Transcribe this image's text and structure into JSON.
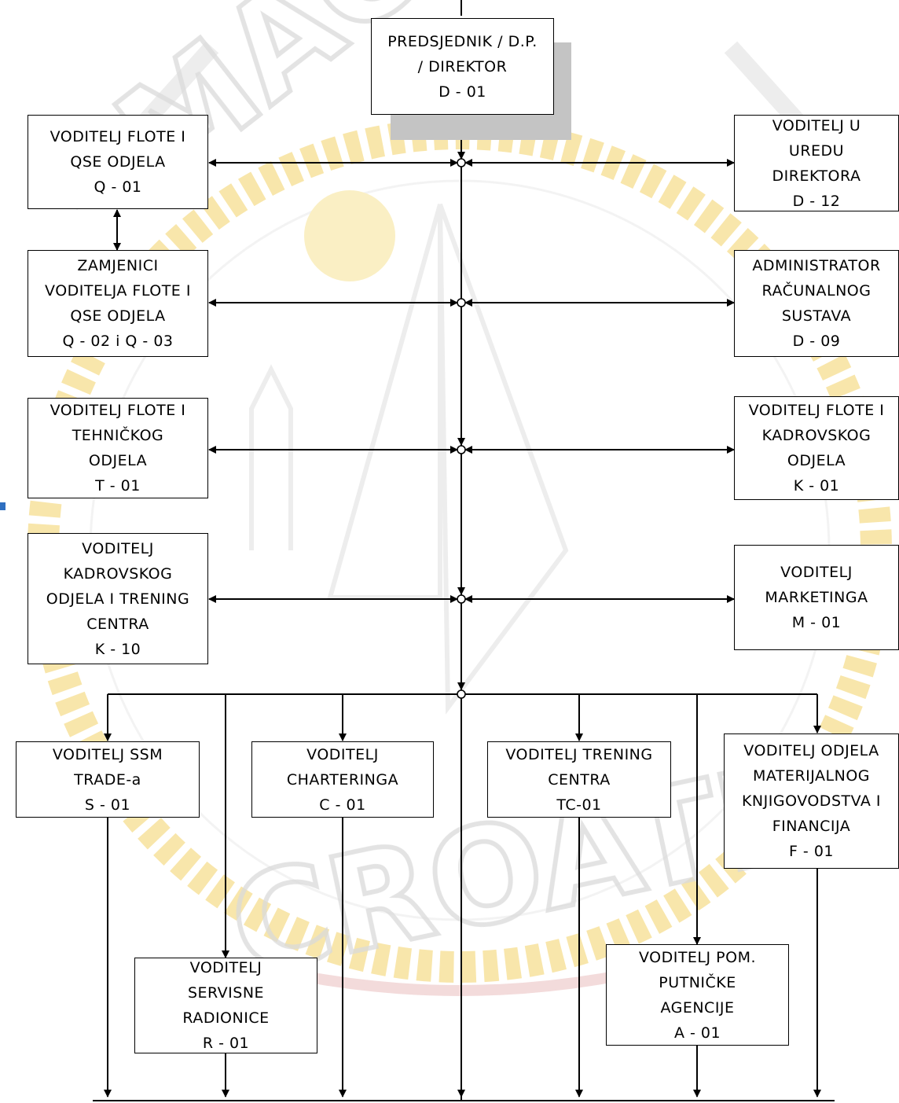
{
  "colors": {
    "line": "#000000",
    "shadow": "#c4c4c4",
    "watermark_gold": "#f3ce5a",
    "watermark_gray": "#d8d8d8"
  },
  "watermark": {
    "top_text": "MAGENTA",
    "bottom_text": "CROATIA"
  },
  "boxes": {
    "director": {
      "lines": [
        "PREDSJEDNIK / D.P.",
        "/ DIREKTOR",
        "D - 01"
      ]
    },
    "q01": {
      "lines": [
        "VODITELJ  FLOTE I",
        "QSE ODJELA",
        "Q - 01"
      ]
    },
    "q02": {
      "lines": [
        "ZAMJENICI",
        "VODITELJA FLOTE I",
        "QSE ODJELA",
        "Q - 02 i  Q - 03"
      ]
    },
    "t01": {
      "lines": [
        "VODITELJ  FLOTE I",
        "TEHNIČKOG",
        "ODJELA",
        "T - 01"
      ]
    },
    "k10": {
      "lines": [
        "VODITELJ",
        "KADROVSKOG",
        "ODJELA I TRENING",
        "CENTRA",
        "K - 10"
      ]
    },
    "d12": {
      "lines": [
        "VODITELJ U",
        "UREDU",
        "DIREKTORA",
        "D - 12"
      ]
    },
    "d09": {
      "lines": [
        "ADMINISTRATOR",
        "RAČUNALNOG",
        "SUSTAVA",
        "D - 09"
      ]
    },
    "k01": {
      "lines": [
        "VODITELJ  FLOTE I",
        "KADROVSKOG",
        "ODJELA",
        "K - 01"
      ]
    },
    "m01": {
      "lines": [
        "VODITELJ",
        "MARKETINGA",
        "M - 01"
      ]
    },
    "s01": {
      "lines": [
        "VODITELJ SSM",
        "TRADE-a",
        "S - 01"
      ]
    },
    "c01": {
      "lines": [
        "VODITELJ",
        "CHARTERINGA",
        "C - 01"
      ]
    },
    "tc01": {
      "lines": [
        "VODITELJ TRENING",
        "CENTRA",
        "TC-01"
      ]
    },
    "f01": {
      "lines": [
        "VODITELJ ODJELA",
        "MATERIJALNOG",
        "KNJIGOVODSTVA I",
        "FINANCIJA",
        "F - 01"
      ]
    },
    "r01": {
      "lines": [
        "VODITELJ",
        "SERVISNE",
        "RADIONICE",
        "R - 01"
      ]
    },
    "a01": {
      "lines": [
        "VODITELJ POM.",
        "PUTNIČKE",
        "AGENCIJE",
        "A - 01"
      ]
    }
  }
}
